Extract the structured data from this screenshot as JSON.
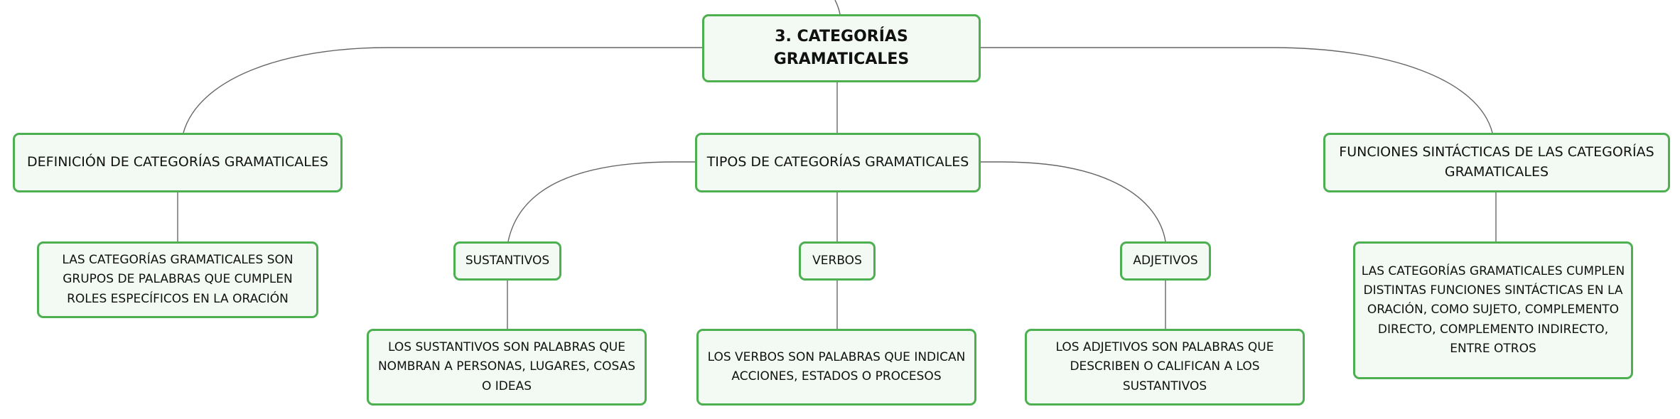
{
  "root": {
    "label": "3. CATEGORÍAS GRAMATICALES"
  },
  "branches": {
    "definicion": {
      "label": "DEFINICIÓN DE CATEGORÍAS GRAMATICALES",
      "detail": "LAS CATEGORÍAS GRAMATICALES SON GRUPOS DE PALABRAS QUE CUMPLEN ROLES ESPECÍFICOS EN LA ORACIÓN"
    },
    "tipos": {
      "label": "TIPOS DE CATEGORÍAS GRAMATICALES",
      "sustantivos": {
        "label": "SUSTANTIVOS",
        "detail": "LOS SUSTANTIVOS SON PALABRAS QUE NOMBRAN A PERSONAS, LUGARES, COSAS O IDEAS"
      },
      "verbos": {
        "label": "VERBOS",
        "detail": "LOS VERBOS SON PALABRAS QUE INDICAN ACCIONES, ESTADOS O PROCESOS"
      },
      "adjetivos": {
        "label": "ADJETIVOS",
        "detail": "LOS ADJETIVOS SON PALABRAS QUE DESCRIBEN O CALIFICAN A LOS SUSTANTIVOS"
      }
    },
    "funciones": {
      "label": "FUNCIONES SINTÁCTICAS DE LAS CATEGORÍAS GRAMATICALES",
      "detail": "LAS CATEGORÍAS GRAMATICALES CUMPLEN DISTINTAS FUNCIONES SINTÁCTICAS EN LA ORACIÓN, COMO SUJETO, COMPLEMENTO DIRECTO, COMPLEMENTO INDIRECTO, ENTRE OTROS"
    }
  },
  "colors": {
    "node_border": "#4caf50",
    "node_fill": "#f2faf3",
    "connector": "#666666"
  }
}
